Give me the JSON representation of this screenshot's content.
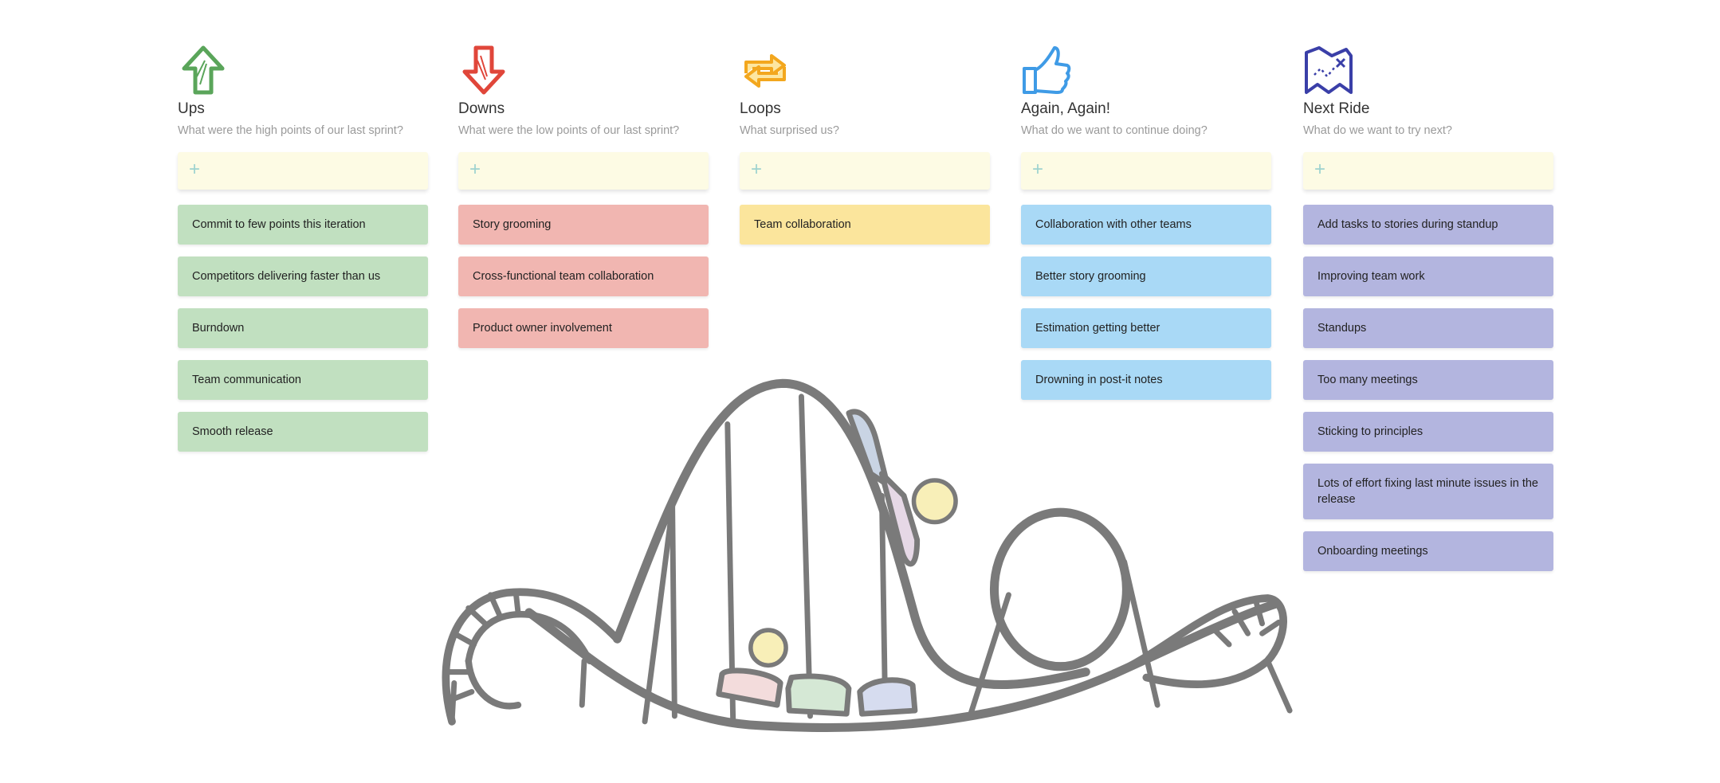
{
  "columns": [
    {
      "title": "Ups",
      "subtitle": "What were the high points of our last sprint?",
      "icon": "up-arrow-icon",
      "color": "#c1e0c0",
      "add_label": "+",
      "cards": [
        "Commit to few points this iteration",
        "Competitors delivering faster than us",
        "Burndown",
        "Team communication",
        "Smooth release"
      ]
    },
    {
      "title": "Downs",
      "subtitle": "What were the low points of our last sprint?",
      "icon": "down-arrow-icon",
      "color": "#f1b6b1",
      "add_label": "+",
      "cards": [
        "Story grooming",
        "Cross-functional team collaboration",
        "Product owner involvement"
      ]
    },
    {
      "title": "Loops",
      "subtitle": "What surprised us?",
      "icon": "loop-arrows-icon",
      "color": "#fbe59c",
      "add_label": "+",
      "cards": [
        "Team collaboration"
      ]
    },
    {
      "title": "Again, Again!",
      "subtitle": "What do we want to continue doing?",
      "icon": "thumbs-up-icon",
      "color": "#a9d9f6",
      "add_label": "+",
      "cards": [
        "Collaboration with other teams",
        "Better story grooming",
        "Estimation getting better",
        "Drowning in post-it notes"
      ]
    },
    {
      "title": "Next Ride",
      "subtitle": "What do we want to try next?",
      "icon": "treasure-map-icon",
      "color": "#b3b5df",
      "add_label": "+",
      "cards": [
        "Add tasks to stories during standup",
        "Improving team work",
        "Standups",
        "Too many meetings",
        "Sticking to principles",
        "Lots of effort fixing last minute issues in the release",
        "Onboarding meetings"
      ]
    }
  ]
}
